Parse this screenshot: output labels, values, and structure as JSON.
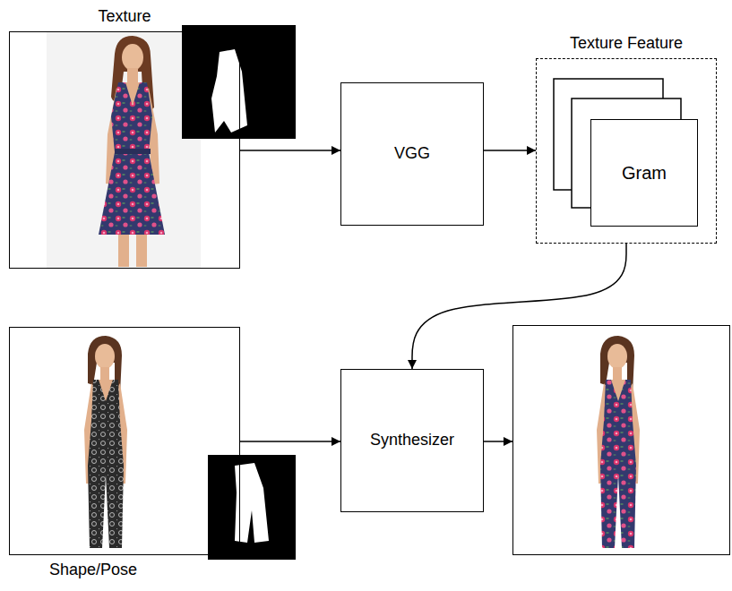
{
  "diagram": {
    "nodes": [
      {
        "text": [
          "Texture"
        ]
      },
      {
        "text": [
          "VGG"
        ]
      },
      {
        "text": [
          "Texture Feature"
        ]
      },
      {
        "text": [
          "Gram"
        ],
        "in": 2
      },
      {
        "text": [
          "Shape/Pose"
        ]
      },
      {
        "text": [
          "Synthesizer"
        ]
      },
      {
        "text": []
      }
    ],
    "edges": [
      {
        "from": 0,
        "to": 1,
        "arrow": "to"
      },
      {
        "from": 1,
        "to": 2,
        "arrow": "to"
      },
      {
        "from": 2,
        "to": 5,
        "arrow": "to"
      },
      {
        "from": 4,
        "to": 5,
        "arrow": "to"
      },
      {
        "from": 5,
        "to": 6,
        "arrow": "to"
      }
    ]
  }
}
